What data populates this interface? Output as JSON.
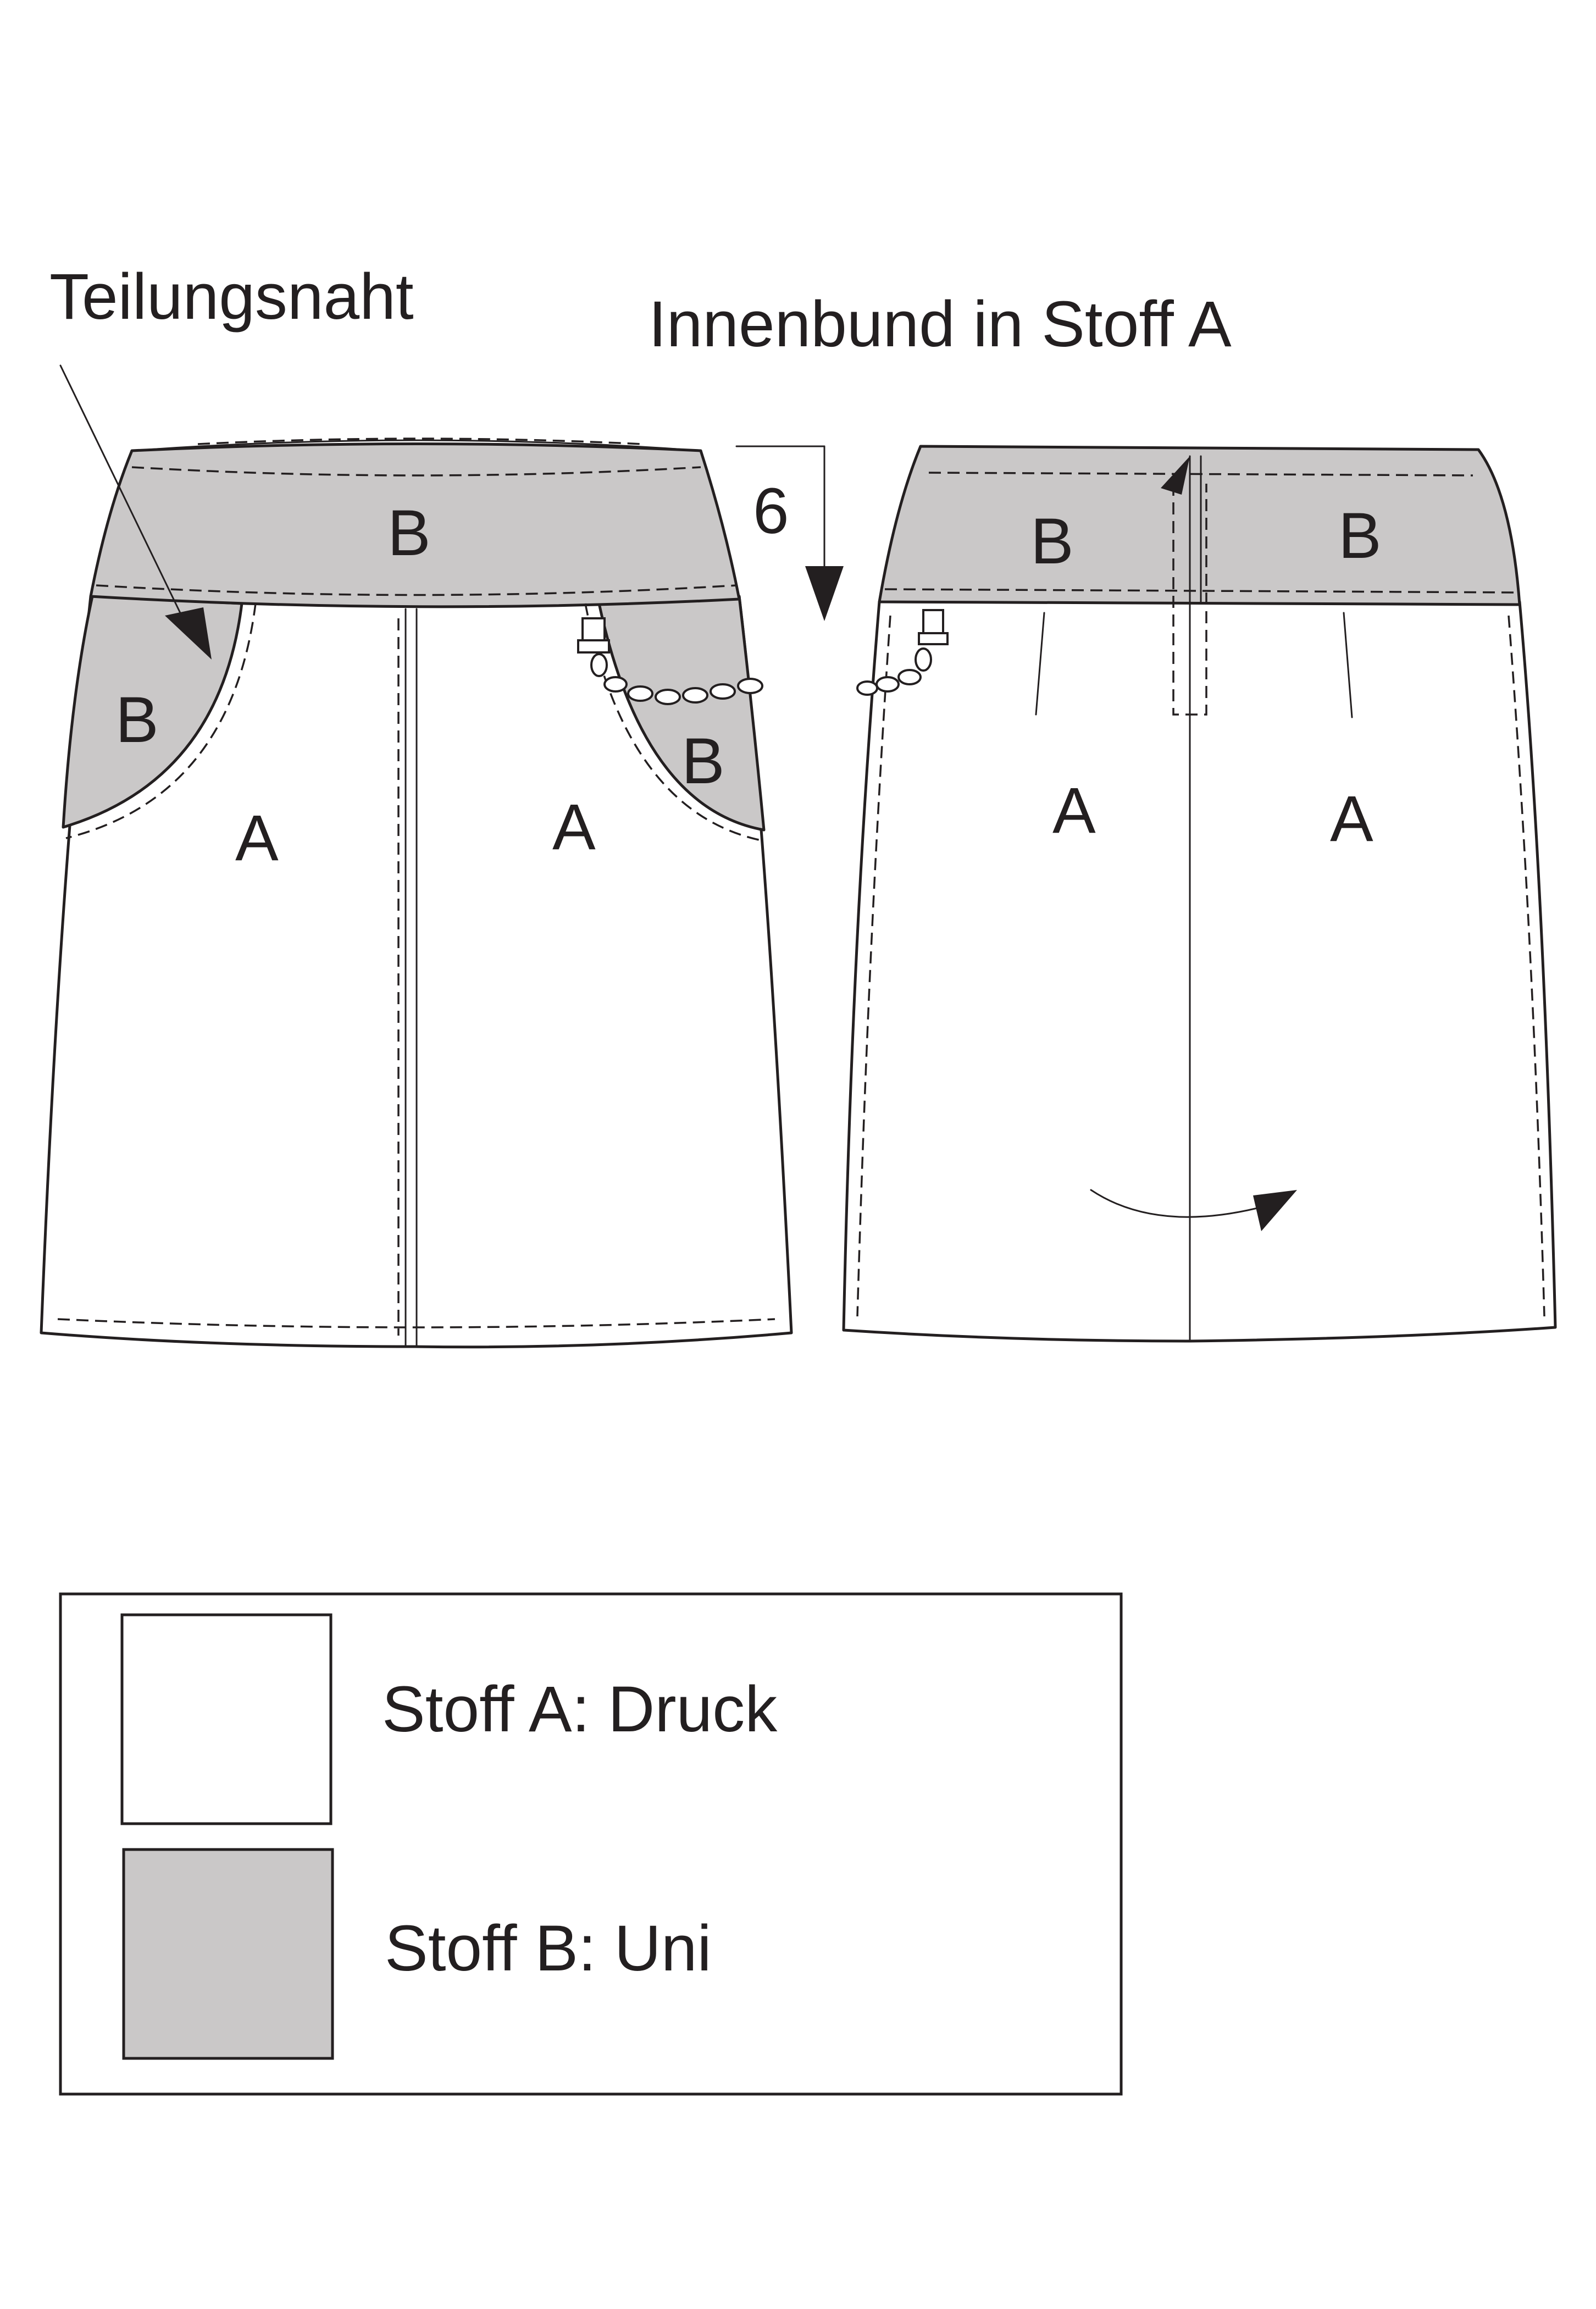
{
  "labels": {
    "seam": "Teilungsnaht",
    "inner_band": "Innenbund in Stoff A",
    "measure": "6",
    "fabric_a": "A",
    "fabric_b": "B"
  },
  "legend": {
    "items": [
      {
        "text": "Stoff A: Druck",
        "swatch": "#ffffff"
      },
      {
        "text": "Stoff B: Uni",
        "swatch": "#cac8c8"
      }
    ]
  },
  "colors": {
    "line": "#231f20",
    "fabric_a": "#ffffff",
    "fabric_b": "#cac8c8"
  }
}
